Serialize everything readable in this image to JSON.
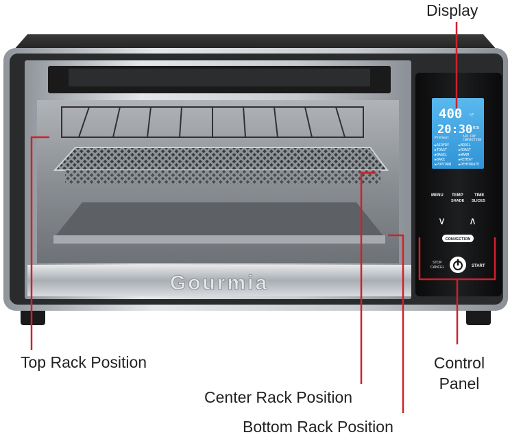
{
  "brand": "Gourmia",
  "callouts": {
    "display": "Display",
    "top_rack": "Top Rack Position",
    "center_rack": "Center Rack Position",
    "bottom_rack": "Bottom Rack Position",
    "control_panel_line1": "Control",
    "control_panel_line2": "Panel"
  },
  "lcd": {
    "temp": "400",
    "time": "20:30",
    "temp_unit": "°F",
    "time_unit": "MIN",
    "mode_left": "Preheat",
    "mode_right": "AIR FRY",
    "mode_right2": "CONVECTION",
    "functions_left": [
      "AIRFRY",
      "TOAST",
      "BAGEL",
      "BAKE",
      "POPCORN"
    ],
    "functions_right": [
      "BROIL",
      "ROAST",
      "WARM",
      "REHEAT",
      "DEHYDRATE"
    ]
  },
  "controls": {
    "menu": "MENU",
    "temp_top": "TEMP",
    "temp_bottom": "SHADE",
    "time_top": "TIME",
    "time_bottom": "SLICES",
    "down_glyph": "∨",
    "up_glyph": "∧",
    "convection": "CONVECTION",
    "stop_top": "STOP",
    "stop_bottom": "CANCEL",
    "start": "START"
  },
  "colors": {
    "callout_line": "#d0202a",
    "lcd_blue": "#3fa8e8",
    "body_black": "#1a1a1a",
    "steel": "#b9bec4"
  }
}
